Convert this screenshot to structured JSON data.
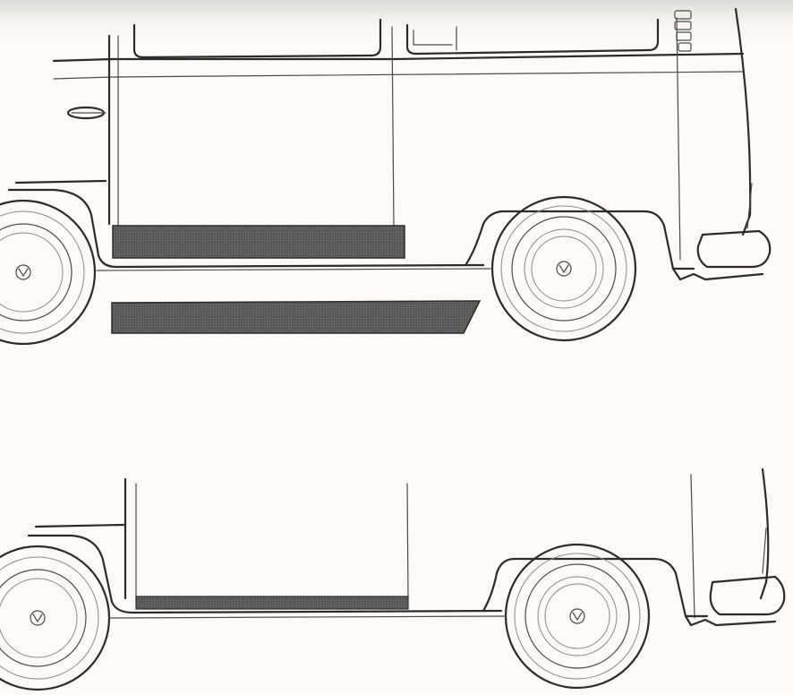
{
  "figure": {
    "views": [
      {
        "id": "upper-view",
        "highlighted_parts": [
          "rocker-panel-installed",
          "rocker-panel-replacement-strip"
        ]
      },
      {
        "id": "lower-view",
        "highlighted_parts": [
          "rocker-panel-installed"
        ]
      }
    ]
  },
  "colors": {
    "background": "#fdfaf7",
    "top_shade": "#e7e5e3",
    "line": "#2b2b2b",
    "panel_fill": "#5a5a5a"
  },
  "icons": {
    "hubcap_emblem": "vw-emblem-icon",
    "door_handle": "door-handle-icon"
  }
}
